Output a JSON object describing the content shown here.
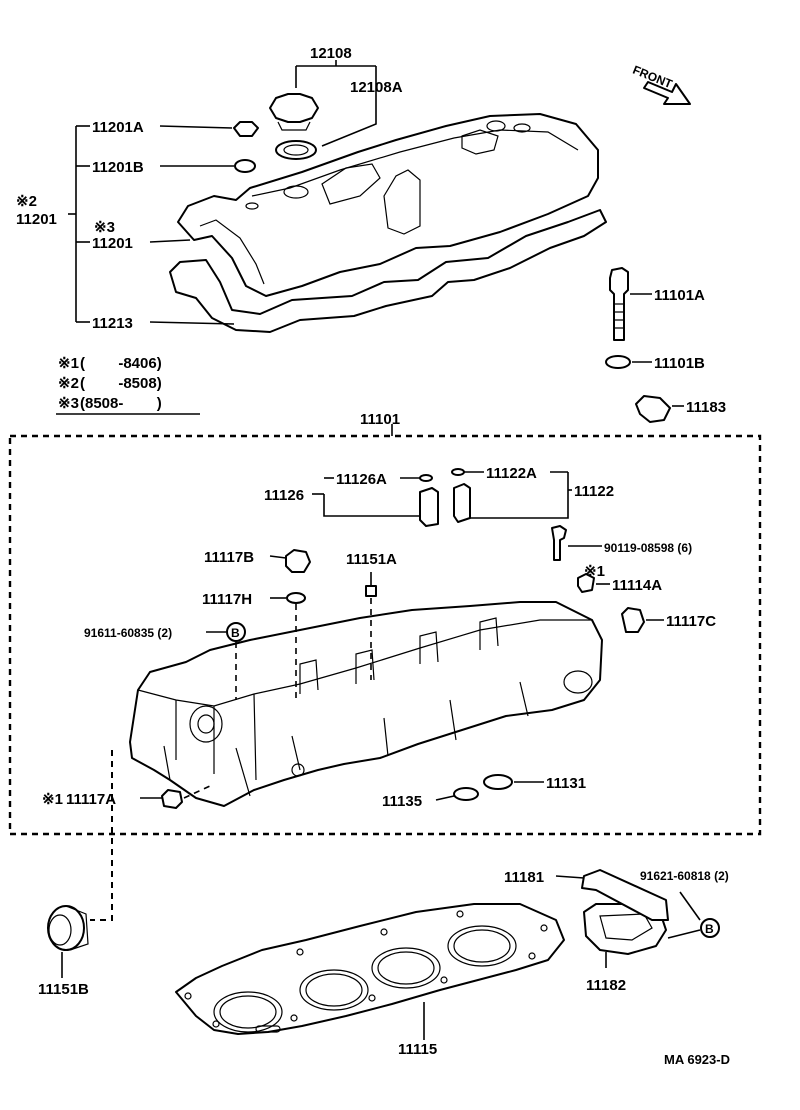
{
  "diagram": {
    "labels": {
      "p12108": "12108",
      "p12108A": "12108A",
      "p11201A": "11201A",
      "p11201B": "11201B",
      "mark2": "※2",
      "p11201": "11201",
      "mark3a": "※3",
      "p11201_sub": "11201",
      "p11213": "11213",
      "p11101A": "11101A",
      "p11101B": "11101B",
      "p11183": "11183",
      "p11101": "11101",
      "p11126A": "11126A",
      "p11122A": "11122A",
      "p11126": "11126",
      "p11122": "11122",
      "p90119": "90119-08598 (6)",
      "mark1b": "※1",
      "p11114A": "11114A",
      "p11117B": "11117B",
      "p11151A": "11151A",
      "p11117H": "11117H",
      "p91611": "91611-60835 (2)",
      "p11117C": "11117C",
      "p11117A": "11117A",
      "mark1c": "※1",
      "p11135": "11135",
      "p11131": "11131",
      "p11181": "11181",
      "p91621": "91621-60818 (2)",
      "p11182": "11182",
      "p11151B": "11151B",
      "p11115": "11115",
      "front": "FRONT",
      "code": "MA 6923-D",
      "circleB": "B"
    },
    "legend": [
      {
        "mark": "※1",
        "range": "(        -8406)"
      },
      {
        "mark": "※2",
        "range": "(        -8508)"
      },
      {
        "mark": "※3",
        "range": "(8508-        )"
      }
    ]
  }
}
